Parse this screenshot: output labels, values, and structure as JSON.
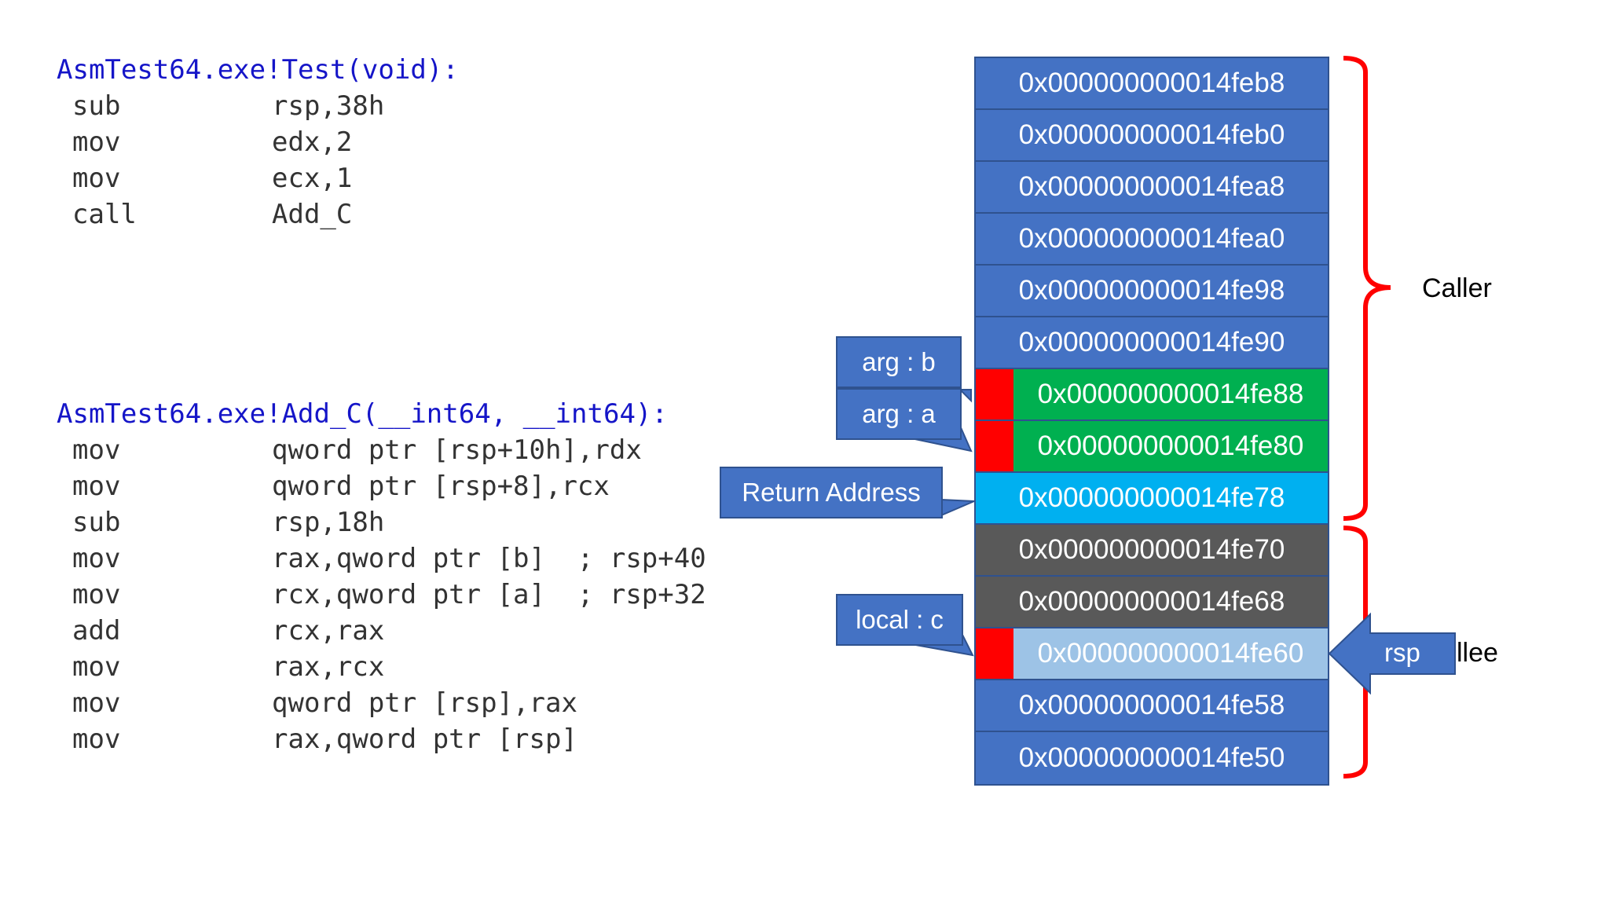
{
  "code": {
    "blocks": [
      {
        "title": "AsmTest64.exe!Test(void):",
        "lines": [
          {
            "op": "sub",
            "operand": "rsp,38h"
          },
          {
            "op": "mov",
            "operand": "edx,2"
          },
          {
            "op": "mov",
            "operand": "ecx,1"
          },
          {
            "op": "call",
            "operand": "Add_C"
          }
        ]
      },
      {
        "title": "AsmTest64.exe!Add_C(__int64, __int64):",
        "lines": [
          {
            "op": "mov",
            "operand": "qword ptr [rsp+10h],rdx"
          },
          {
            "op": "mov",
            "operand": "qword ptr [rsp+8],rcx"
          },
          {
            "op": "sub",
            "operand": "rsp,18h"
          },
          {
            "op": "mov",
            "operand": "rax,qword ptr [b]  ; rsp+40"
          },
          {
            "op": "mov",
            "operand": "rcx,qword ptr [a]  ; rsp+32"
          },
          {
            "op": "add",
            "operand": "rcx,rax"
          },
          {
            "op": "mov",
            "operand": "rax,rcx"
          },
          {
            "op": "mov",
            "operand": "qword ptr [rsp],rax"
          },
          {
            "op": "mov",
            "operand": "rax,qword ptr [rsp]"
          }
        ]
      }
    ]
  },
  "stack": {
    "cells": [
      {
        "address": "0x000000000014feb8",
        "color": "#4472c4",
        "marker": false
      },
      {
        "address": "0x000000000014feb0",
        "color": "#4472c4",
        "marker": false
      },
      {
        "address": "0x000000000014fea8",
        "color": "#4472c4",
        "marker": false
      },
      {
        "address": "0x000000000014fea0",
        "color": "#4472c4",
        "marker": false
      },
      {
        "address": "0x000000000014fe98",
        "color": "#4472c4",
        "marker": false
      },
      {
        "address": "0x000000000014fe90",
        "color": "#4472c4",
        "marker": false
      },
      {
        "address": "0x000000000014fe88",
        "color": "#00b050",
        "marker": true
      },
      {
        "address": "0x000000000014fe80",
        "color": "#00b050",
        "marker": true
      },
      {
        "address": "0x000000000014fe78",
        "color": "#00b0f0",
        "marker": false
      },
      {
        "address": "0x000000000014fe70",
        "color": "#595959",
        "marker": false
      },
      {
        "address": "0x000000000014fe68",
        "color": "#595959",
        "marker": false
      },
      {
        "address": "0x000000000014fe60",
        "color": "#9dc3e6",
        "marker": true
      },
      {
        "address": "0x000000000014fe58",
        "color": "#4472c4",
        "marker": false
      },
      {
        "address": "0x000000000014fe50",
        "color": "#4472c4",
        "marker": false
      }
    ]
  },
  "callouts": {
    "arg_b": "arg : b",
    "arg_a": "arg : a",
    "return_address": "Return Address",
    "local_c": "local : c",
    "rsp": "rsp"
  },
  "labels": {
    "caller": "Caller",
    "callee_partial": "llee"
  },
  "colors": {
    "brace": "#ff0000",
    "callout_fill": "#4472c4",
    "callout_border": "#2f528f",
    "code_title": "#1515c8"
  }
}
